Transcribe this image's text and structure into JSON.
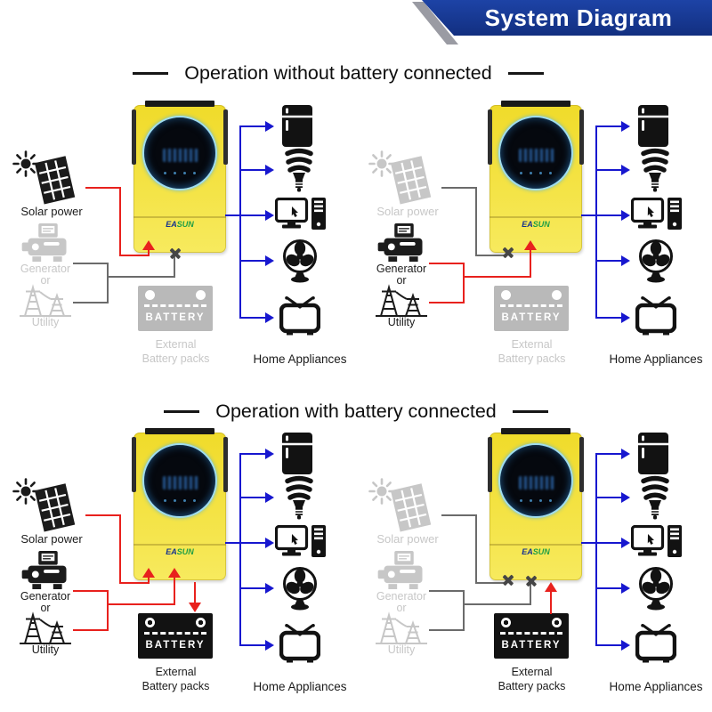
{
  "banner": {
    "title": "System Diagram",
    "color": "#15358d"
  },
  "sections": [
    {
      "title": "Operation without battery connected"
    },
    {
      "title": "Operation with battery connected"
    }
  ],
  "colors": {
    "active_line_red": "#e8211d",
    "appliance_line_blue": "#1717cf",
    "inactive_grey": "#c7c7c7",
    "wire_grey": "#6b6b6b",
    "inverter_yellow": "#f2e03a"
  },
  "quadrants": [
    {
      "mode": "no-battery-solar-powering",
      "solar": {
        "label": "Solar power",
        "state": "active"
      },
      "generator": {
        "label": "Generator",
        "or_label": "or",
        "state": "blocked"
      },
      "utility": {
        "label": "Utility"
      },
      "battery": {
        "name": "BATTERY",
        "caption_line1": "External",
        "caption_line2": "Battery packs",
        "state": "disconnected"
      },
      "inverter": {
        "brand_prefix": "EA",
        "brand_suffix": "SUN"
      },
      "appliances": {
        "label": "Home Appliances",
        "items": [
          "refrigerator",
          "cfl-lamp",
          "desktop-computer",
          "stand-fan",
          "television"
        ]
      }
    },
    {
      "mode": "no-battery-generator-utility-powering",
      "solar": {
        "label": "Solar power",
        "state": "blocked"
      },
      "generator": {
        "label": "Generator",
        "or_label": "or",
        "state": "active"
      },
      "utility": {
        "label": "Utility"
      },
      "battery": {
        "name": "BATTERY",
        "caption_line1": "External",
        "caption_line2": "Battery packs",
        "state": "disconnected"
      },
      "inverter": {
        "brand_prefix": "EA",
        "brand_suffix": "SUN"
      },
      "appliances": {
        "label": "Home Appliances",
        "items": [
          "refrigerator",
          "cfl-lamp",
          "desktop-computer",
          "stand-fan",
          "television"
        ]
      }
    },
    {
      "mode": "battery-charging-all-sources",
      "solar": {
        "label": "Solar power",
        "state": "active"
      },
      "generator": {
        "label": "Generator",
        "or_label": "or",
        "state": "active"
      },
      "utility": {
        "label": "Utility"
      },
      "battery": {
        "name": "BATTERY",
        "caption_line1": "External",
        "caption_line2": "Battery packs",
        "state": "charging"
      },
      "inverter": {
        "brand_prefix": "EA",
        "brand_suffix": "SUN"
      },
      "appliances": {
        "label": "Home Appliances",
        "items": [
          "refrigerator",
          "cfl-lamp",
          "desktop-computer",
          "stand-fan",
          "television"
        ]
      }
    },
    {
      "mode": "battery-discharging",
      "solar": {
        "label": "Solar power",
        "state": "blocked"
      },
      "generator": {
        "label": "Generator",
        "or_label": "or",
        "state": "blocked"
      },
      "utility": {
        "label": "Utility"
      },
      "battery": {
        "name": "BATTERY",
        "caption_line1": "External",
        "caption_line2": "Battery packs",
        "state": "discharging"
      },
      "inverter": {
        "brand_prefix": "EA",
        "brand_suffix": "SUN"
      },
      "appliances": {
        "label": "Home Appliances",
        "items": [
          "refrigerator",
          "cfl-lamp",
          "desktop-computer",
          "stand-fan",
          "television"
        ]
      }
    }
  ]
}
